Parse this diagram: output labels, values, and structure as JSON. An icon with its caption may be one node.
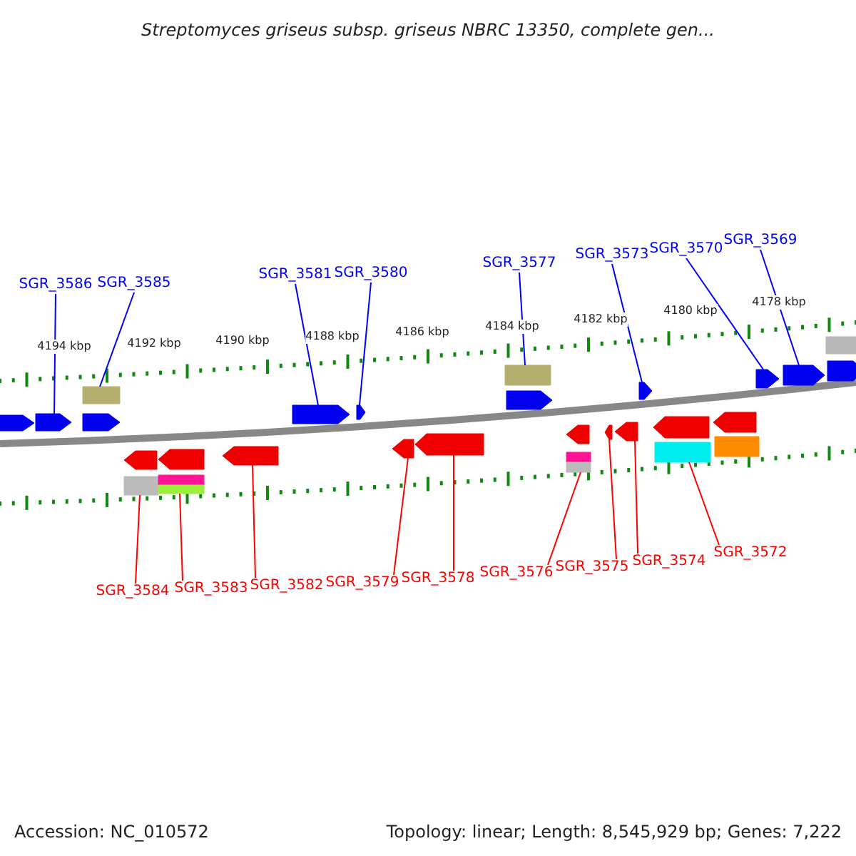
{
  "diagram": {
    "title": "Streptomyces griseus subsp. griseus NBRC 13350, complete gen...",
    "nodes": [
      {
        "text": [
          "SGR_3586"
        ]
      },
      {
        "text": [
          "SGR_3585"
        ]
      },
      {
        "text": [
          "SGR_3581"
        ]
      },
      {
        "text": [
          "SGR_3580"
        ]
      },
      {
        "text": [
          "SGR_3577"
        ]
      },
      {
        "text": [
          "SGR_3573"
        ]
      },
      {
        "text": [
          "SGR_3570"
        ]
      },
      {
        "text": [
          "SGR_3569"
        ]
      },
      {
        "text": [
          "SGR_3584"
        ]
      },
      {
        "text": [
          "SGR_3583"
        ]
      },
      {
        "text": [
          "SGR_3582"
        ]
      },
      {
        "text": [
          "SGR_3579"
        ]
      },
      {
        "text": [
          "SGR_3578"
        ]
      },
      {
        "text": [
          "SGR_3576"
        ]
      },
      {
        "text": [
          "SGR_3575"
        ]
      },
      {
        "text": [
          "SGR_3574"
        ]
      },
      {
        "text": [
          "SGR_3572"
        ]
      },
      {
        "text": [],
        "shape": "pentagon"
      },
      {
        "text": [],
        "shape": "pentagon"
      },
      {
        "text": [],
        "shape": "pentagon"
      },
      {
        "text": [],
        "shape": "pentagon"
      },
      {
        "text": [],
        "shape": "pentagon"
      },
      {
        "text": [],
        "shape": "pentagon"
      },
      {
        "text": [],
        "shape": "pentagon"
      },
      {
        "text": [],
        "shape": "pentagon"
      },
      {
        "text": [],
        "shape": "pentagon"
      },
      {
        "text": [],
        "shape": "pentagon"
      },
      {
        "text": [],
        "shape": "box"
      },
      {
        "text": [],
        "shape": "box"
      },
      {
        "text": [],
        "shape": "box"
      },
      {
        "text": [],
        "shape": "pentagon"
      },
      {
        "text": [],
        "shape": "pentagon"
      },
      {
        "text": [],
        "shape": "pentagon"
      },
      {
        "text": [],
        "shape": "pentagon"
      },
      {
        "text": [],
        "shape": "pentagon"
      },
      {
        "text": [],
        "shape": "pentagon"
      },
      {
        "text": [],
        "shape": "pentagon"
      },
      {
        "text": [],
        "shape": "pentagon"
      },
      {
        "text": [],
        "shape": "pentagon"
      },
      {
        "text": [],
        "shape": "pentagon"
      },
      {
        "text": [],
        "shape": "box"
      },
      {
        "text": [],
        "shape": "box"
      },
      {
        "text": [],
        "shape": "box"
      },
      {
        "text": [],
        "shape": "box"
      },
      {
        "text": [],
        "shape": "box"
      },
      {
        "text": [],
        "shape": "box"
      },
      {
        "text": [],
        "shape": "box"
      }
    ],
    "edges": [
      {
        "from": 0,
        "to": 18,
        "arrow": "none",
        "color": "#0000ff"
      },
      {
        "from": 1,
        "to": 27,
        "arrow": "none",
        "color": "#0000ff"
      },
      {
        "from": 2,
        "to": 20,
        "arrow": "none",
        "color": "#0000ff"
      },
      {
        "from": 3,
        "to": 21,
        "arrow": "none",
        "color": "#0000ff"
      },
      {
        "from": 4,
        "to": 28,
        "arrow": "none",
        "color": "#0000ff"
      },
      {
        "from": 5,
        "to": 23,
        "arrow": "none",
        "color": "#0000ff"
      },
      {
        "from": 6,
        "to": 24,
        "arrow": "none",
        "color": "#0000ff"
      },
      {
        "from": 7,
        "to": 25,
        "arrow": "none",
        "color": "#0000ff"
      },
      {
        "from": 8,
        "to": 40,
        "arrow": "none"
      },
      {
        "from": 9,
        "to": 42,
        "arrow": "none"
      },
      {
        "from": 10,
        "to": 32,
        "arrow": "none"
      },
      {
        "from": 11,
        "to": 33,
        "arrow": "none"
      },
      {
        "from": 12,
        "to": 34,
        "arrow": "none"
      },
      {
        "from": 13,
        "to": 44,
        "arrow": "none"
      },
      {
        "from": 14,
        "to": 36,
        "arrow": "none"
      },
      {
        "from": 15,
        "to": 37,
        "arrow": "none"
      },
      {
        "from": 16,
        "to": 45,
        "arrow": "none"
      }
    ],
    "labels": [
      "4194 kbp",
      "4192 kbp",
      "4190 kbp",
      "4188 kbp",
      "4186 kbp",
      "4184 kbp",
      "4182 kbp",
      "4180 kbp",
      "4178 kbp",
      "Accession: NC_010572",
      "Topology: linear; Length: 8,545,929 bp; Genes: 7,222"
    ]
  }
}
